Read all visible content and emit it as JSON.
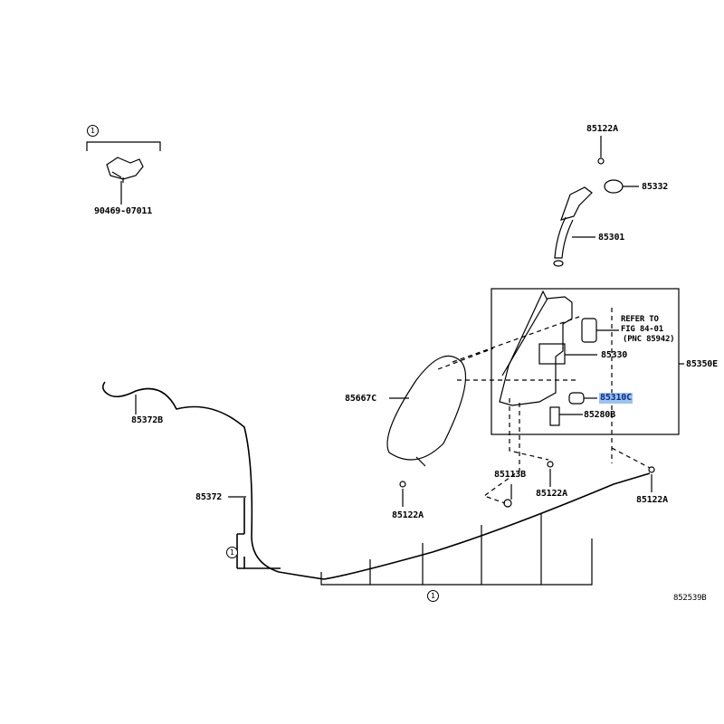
{
  "diagram": {
    "parts": {
      "clip_90469": "90469-07011",
      "bolt_top": "85122A",
      "cap": "85332",
      "inlet_hose": "85301",
      "tank_assy": "85350E",
      "tank": "85330",
      "pump": "85310C",
      "grommet": "85280B",
      "tank_cover": "85667C",
      "bolt_lower_left": "85122A",
      "nut": "85113B",
      "bolt_lower_mid": "85122A",
      "bolt_lower_right": "85122A",
      "hose_end": "85372B",
      "hose": "85372"
    },
    "refer_note": [
      "REFER TO",
      "FIG 84-01",
      "(PNC 85942)"
    ],
    "clip_marker": "1",
    "figure_id": "852539B",
    "highlight_color": "#9cc3f0"
  }
}
